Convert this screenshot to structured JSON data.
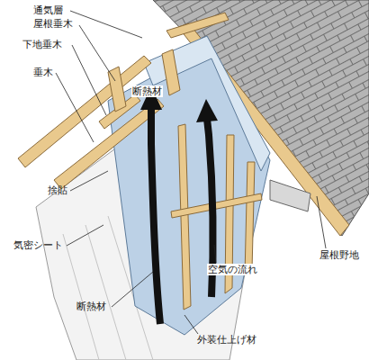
{
  "diagram": {
    "labels": [
      "通気層",
      "屋根垂木",
      "下地垂木",
      "垂木",
      "断熱材",
      "捨貼",
      "気密シート",
      "屋根野地",
      "空気の流れ",
      "断熱材",
      "外装仕上げ材"
    ]
  }
}
